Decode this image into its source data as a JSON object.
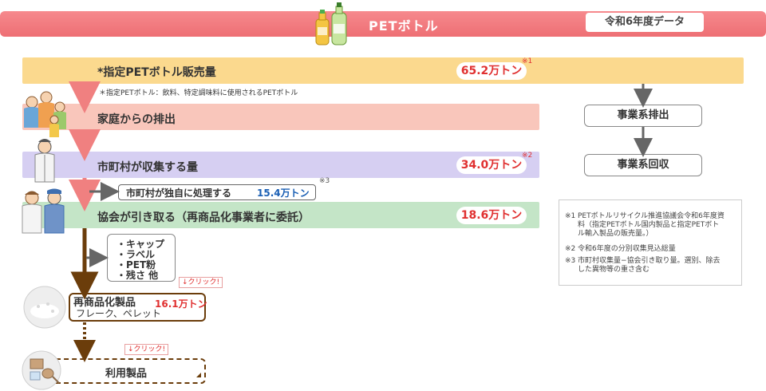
{
  "header": {
    "title": "PETボトル",
    "fiscal_year": "令和6年度データ",
    "icon": "pet-bottles-icon",
    "colors": {
      "bar": "#ef767a",
      "title_text": "#ffffff"
    }
  },
  "flow": {
    "sales": {
      "label": "*指定PETボトル販売量",
      "value": "65.2万トン",
      "note": "※1",
      "definition": "＊指定PETボトル：飲料、特定調味料に使用されるPETボトル",
      "color": "#fbd98e"
    },
    "household": {
      "label": "家庭からの排出",
      "color": "#f9c6bb"
    },
    "municipal": {
      "label": "市町村が収集する量",
      "value": "34.0万トン",
      "note": "※2",
      "color": "#d6cff2"
    },
    "self_processing": {
      "label": "市町村が独自に処理する",
      "value": "15.4万トン",
      "note": "※3"
    },
    "association": {
      "label": "協会が引き取る（再商品化事業者に委託）",
      "value": "18.6万トン",
      "color": "#c4e5c7"
    },
    "residue": {
      "items": [
        "・キャップ",
        "・ラベル",
        "・PET粉",
        "・残さ 他"
      ]
    },
    "recycled_product": {
      "title": "再商品化製品",
      "subtitle": "フレーク、ペレット",
      "value": "16.1万トン",
      "click": "↓クリック!"
    },
    "used_product": {
      "label": "利用製品",
      "click": "↓クリック!"
    }
  },
  "business": {
    "discharge": "事業系排出",
    "collection": "事業系回収"
  },
  "footnotes": [
    {
      "mark": "※1",
      "text": "PETボトルリサイクル推進協議会令和6年度資料（指定PETボトル国内製品と指定PETボトル輸入製品の販売量。）"
    },
    {
      "mark": "※2",
      "text": "令和6年度の分別収集見込総量"
    },
    {
      "mark": "※3",
      "text": "市町村収集量−協会引き取り量。選別、除去した異物等の重さ含む"
    }
  ],
  "accent_colors": {
    "value_red": "#e03030",
    "value_blue": "#1a5fb4",
    "arrow_pink": "#f08080",
    "arrow_brown": "#6b3d0b"
  }
}
